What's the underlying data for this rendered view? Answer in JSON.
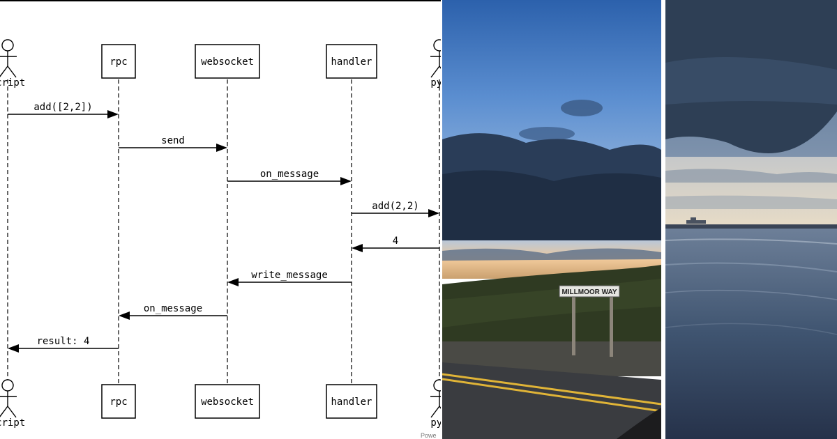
{
  "diagram": {
    "participants": [
      {
        "key": "script",
        "label": "script",
        "kind": "actor"
      },
      {
        "key": "rpc",
        "label": "rpc",
        "kind": "box"
      },
      {
        "key": "websocket",
        "label": "websocket",
        "kind": "box"
      },
      {
        "key": "handler",
        "label": "handler",
        "kind": "box"
      },
      {
        "key": "python",
        "label": "pyt",
        "kind": "actor"
      }
    ],
    "messages": [
      {
        "from": "script",
        "to": "rpc",
        "label": "add([2,2])"
      },
      {
        "from": "rpc",
        "to": "websocket",
        "label": "send"
      },
      {
        "from": "websocket",
        "to": "handler",
        "label": "on_message"
      },
      {
        "from": "handler",
        "to": "python",
        "label": "add(2,2)"
      },
      {
        "from": "python",
        "to": "handler",
        "label": "4"
      },
      {
        "from": "handler",
        "to": "websocket",
        "label": "write_message"
      },
      {
        "from": "websocket",
        "to": "rpc",
        "label": "on_message"
      },
      {
        "from": "rpc",
        "to": "script",
        "label": "result: 4"
      }
    ],
    "footer": "Powe"
  },
  "photos": {
    "road": {
      "sign_text": "MILLMOOR WAY",
      "sky_top": "#2f68b4",
      "sky_mid": "#5e8fcf",
      "cloud": "#27384e",
      "grass": "#2f3a22",
      "road": "#3a3c40",
      "line": "#e0b437"
    },
    "sea": {
      "sky_top": "#4f6f93",
      "cloud": "#2e3f55",
      "horizon": "#d7d3c4",
      "water": "#3f5470",
      "wet_sand": "#2e3b50"
    }
  }
}
